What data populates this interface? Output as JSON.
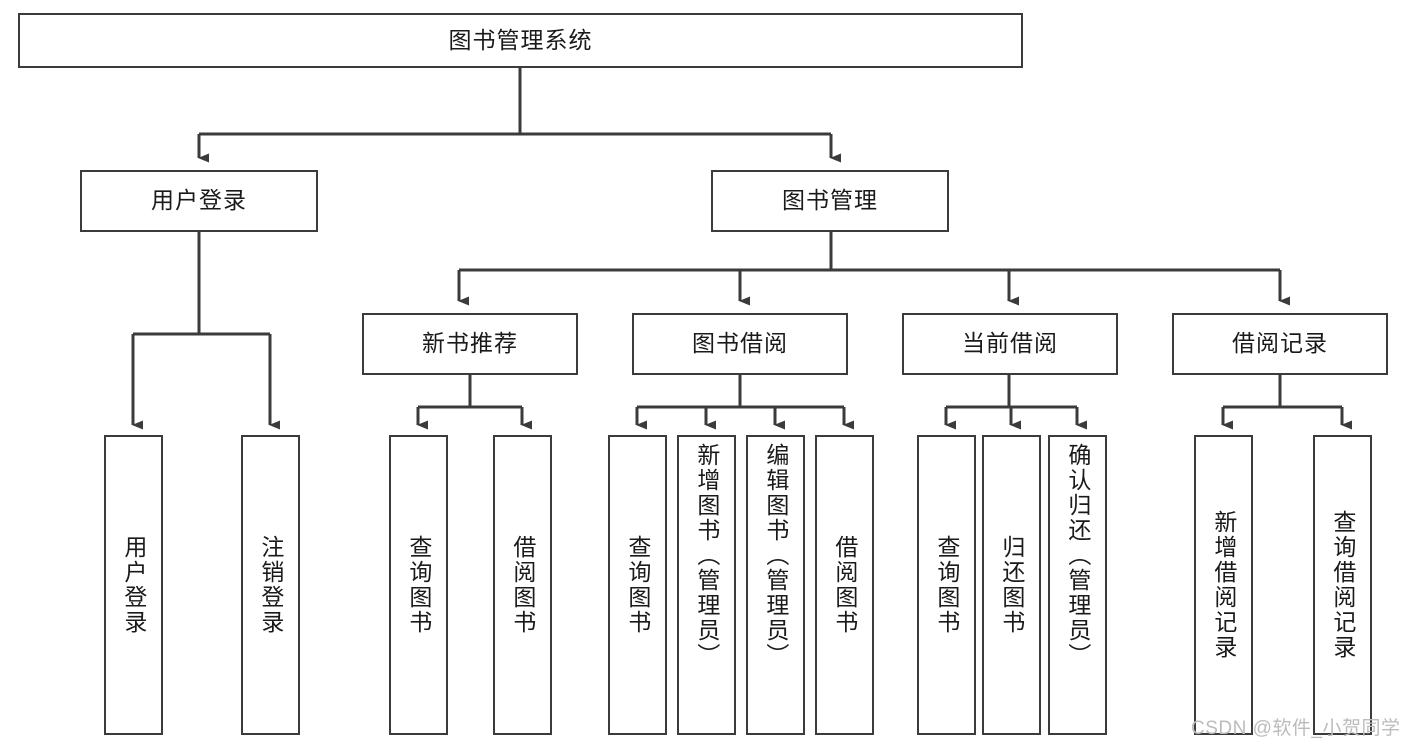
{
  "diagram": {
    "type": "tree",
    "title": "图书管理系统",
    "orientation": "top-down",
    "colors": {
      "box_border": "#3b3b3b",
      "box_fill": "#ffffff",
      "connector": "#3b3b3b",
      "text": "#1a1a1a",
      "watermark": "#bcbcbc"
    }
  },
  "root": {
    "label": "图书管理系统"
  },
  "level2": [
    {
      "label": "用户登录"
    },
    {
      "label": "图书管理"
    }
  ],
  "level3": [
    {
      "label": "新书推荐"
    },
    {
      "label": "图书借阅"
    },
    {
      "label": "当前借阅"
    },
    {
      "label": "借阅记录"
    }
  ],
  "leaves": {
    "user_login": [
      {
        "label": "用户登录"
      },
      {
        "label": "注销登录"
      }
    ],
    "new_book_recommend": [
      {
        "label": "查询图书"
      },
      {
        "label": "借阅图书"
      }
    ],
    "book_borrow": [
      {
        "label": "查询图书"
      },
      {
        "label": "新增图书（管理员）"
      },
      {
        "label": "编辑图书（管理员）"
      },
      {
        "label": "借阅图书"
      }
    ],
    "current_borrow": [
      {
        "label": "查询图书"
      },
      {
        "label": "归还图书"
      },
      {
        "label": "确认归还（管理员）"
      }
    ],
    "borrow_record": [
      {
        "label": "新增借阅记录"
      },
      {
        "label": "查询借阅记录"
      }
    ]
  },
  "watermark": {
    "text": "CSDN @软件_小贺同学"
  }
}
